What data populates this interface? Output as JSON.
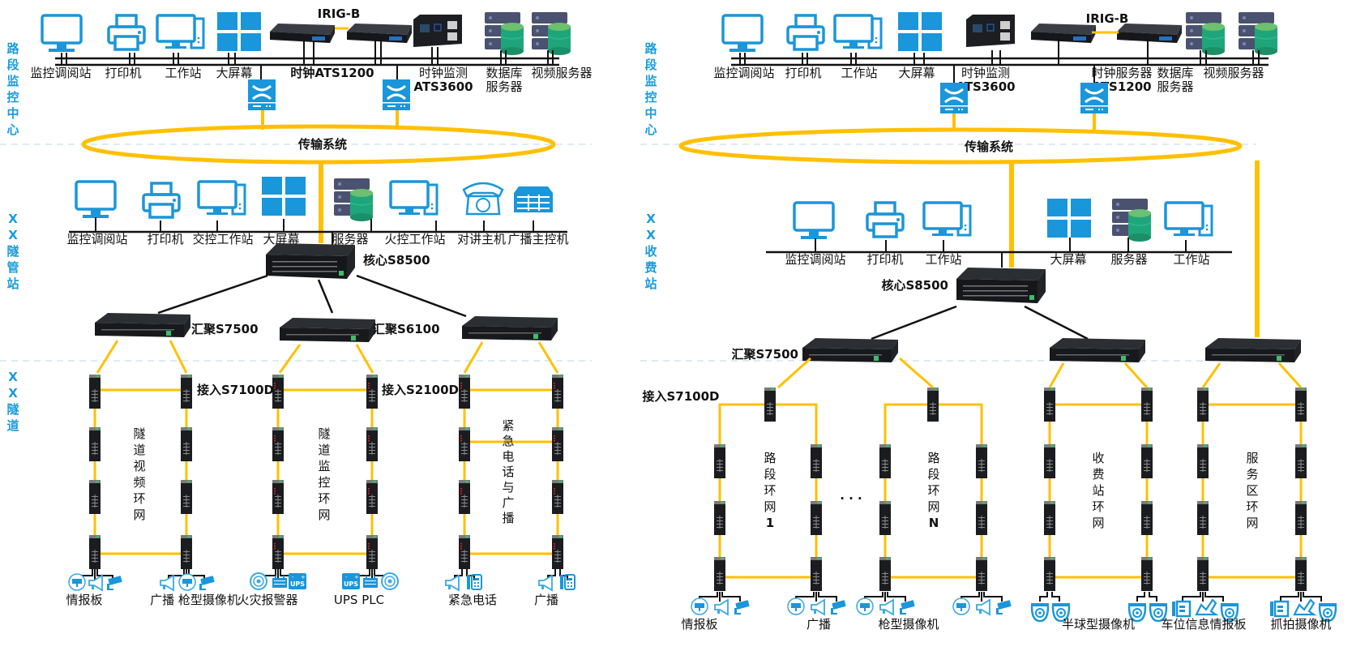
{
  "colors": {
    "ring": "#FFC000",
    "section_label": "#1A9BDC",
    "icon_blue": "#1A96DA",
    "bus": "#111111",
    "divider": "#CDE6F2"
  },
  "left": {
    "sections": [
      "路段监控中心",
      "XX隧管站",
      "XX隧道"
    ],
    "center_devices": [
      {
        "label": "监控调阅站",
        "icon": "monitor-icon"
      },
      {
        "label": "打印机",
        "icon": "printer-icon"
      },
      {
        "label": "工作站",
        "icon": "workstation-icon"
      },
      {
        "label": "大屏幕",
        "icon": "video-wall-icon"
      },
      {
        "label": "时钟ATS1200",
        "icon": "clock-server-icon"
      },
      {
        "label": "时钟监测",
        "label2": "ATS3600",
        "icon": "clock-monitor-icon"
      },
      {
        "label": "数据库",
        "label2": "服务器",
        "icon": "database-server-icon"
      },
      {
        "label": "视频服务器",
        "icon": "database-server-icon"
      }
    ],
    "irig": "IRIG-B",
    "transport": "传输系统",
    "station_devices": [
      {
        "label": "监控调阅站",
        "icon": "monitor-icon"
      },
      {
        "label": "打印机",
        "icon": "printer-icon"
      },
      {
        "label": "交控工作站",
        "icon": "workstation-icon"
      },
      {
        "label": "大屏幕",
        "icon": "video-wall-icon"
      },
      {
        "label": "服务器",
        "icon": "database-server-icon"
      },
      {
        "label": "火控工作站",
        "icon": "workstation-icon"
      },
      {
        "label": "对讲主机",
        "icon": "telephone-icon"
      },
      {
        "label": "广播主控机",
        "icon": "broadcast-host-icon"
      }
    ],
    "core": "核心S8500",
    "aggregation": [
      "汇聚S7500",
      "汇聚S6100",
      ""
    ],
    "access": [
      "接入S7100D",
      "接入S2100D"
    ],
    "rings": [
      "隧道视频环网",
      "隧道监控环网",
      "紧急电话与广播"
    ],
    "endpoints": [
      "情报板",
      "广播 枪型摄像机",
      "火灾报警器",
      "UPS PLC",
      "紧急电话",
      "广播"
    ]
  },
  "right": {
    "sections": [
      "路段监控中心",
      "XX收费站"
    ],
    "center_devices": [
      {
        "label": "监控调阅站"
      },
      {
        "label": "打印机"
      },
      {
        "label": "工作站"
      },
      {
        "label": "大屏幕"
      },
      {
        "label": "时钟监测",
        "label2": "ATS3600"
      },
      {
        "label": "时钟服务器",
        "label2": "ATS1200"
      },
      {
        "label": "数据库",
        "label2": "服务器"
      },
      {
        "label": "视频服务器"
      }
    ],
    "irig": "IRIG-B",
    "transport": "传输系统",
    "station_devices": [
      "监控调阅站",
      "打印机",
      "工作站",
      "大屏幕",
      "服务器",
      "工作站"
    ],
    "core": "核心S8500",
    "aggregation": "汇聚S7500",
    "access": "接入S7100D",
    "rings": [
      "路段环网1",
      "路段环网N",
      "收费站环网",
      "服务区环网"
    ],
    "ellipsis": "· · ·",
    "endpoints": [
      "情报板",
      "广播",
      "枪型摄像机",
      "半球型摄像机",
      "车位信息情报板",
      "抓拍摄像机"
    ]
  }
}
